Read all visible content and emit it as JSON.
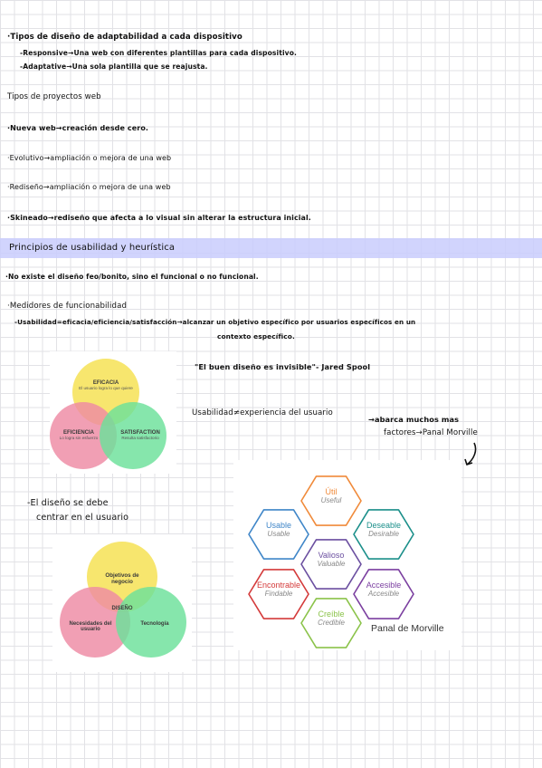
{
  "notes": {
    "line1": "·Tipos de diseño de adaptabilidad a cada dispositivo",
    "line2": "-Responsive→Una web con diferentes plantillas para cada dispositivo.",
    "line3": "-Adaptative→Una sola plantilla que se reajusta.",
    "heading_projects": "Tipos de proyectos web",
    "item_new": "·Nueva web→creación desde cero.",
    "item_evo": "·Evolutivo→ampliación o mejora de una web",
    "item_redesign": "·Rediseño→ampliación o mejora de una web",
    "item_skin": "·Skineado→rediseño que afecta a lo visual sin alterar la estructura inicial.",
    "section_title": "Principios de usabilidad y heurística",
    "no_existe": "·No existe el diseño feo/bonito, sino el funcional o no funcional.",
    "medidores": "·Medidores de funcionabilidad",
    "usabilidad_def": "-Usabilidad=eficacia/eficiencia/satisfacción→alcanzar un objetivo específico por usuarios específicos en un",
    "usabilidad_def2": "contexto específico.",
    "quote": "\"El buen diseño es invisible\"- Jared Spool",
    "ux_line": "Usabilidad≠experiencia del usuario",
    "ux_arrow": "→abarca muchos mas",
    "ux_line2": "factores→Panal Morville",
    "design_note1": "-El diseño se debe",
    "design_note2": "centrar en el usuario"
  },
  "venn1": {
    "top_title": "EFICACIA",
    "top_sub": "El usuario logra lo que quiere",
    "left_title": "EFICIENCIA",
    "left_sub": "Lo logra sin esfuerzo",
    "right_title": "SATISFACTION",
    "right_sub": "Resulta satisfactorio",
    "colors": {
      "top": "#f5e14e",
      "left": "#ee8aa4",
      "right": "#6be19a"
    }
  },
  "venn2": {
    "top_title": "Objetivos de negocio",
    "center": "DISEÑO",
    "left_title": "Necesidades del usuario",
    "right_title": "Tecnología",
    "colors": {
      "top": "#f5e14e",
      "left": "#ee8aa4",
      "right": "#6be19a"
    }
  },
  "honeycomb": {
    "caption": "Panal de Morville",
    "cells": [
      {
        "es": "Útil",
        "en": "Useful",
        "color": "#f08a3a"
      },
      {
        "es": "Usable",
        "en": "Usable",
        "color": "#3f86c8"
      },
      {
        "es": "Deseable",
        "en": "Desirable",
        "color": "#1b8f8a"
      },
      {
        "es": "Valioso",
        "en": "Valuable",
        "color": "#6b4fa0"
      },
      {
        "es": "Encontrable",
        "en": "Findable",
        "color": "#d43a3a"
      },
      {
        "es": "Accesible",
        "en": "Accesible",
        "color": "#7b3fa0"
      },
      {
        "es": "Creíble",
        "en": "Credible",
        "color": "#8bc34a"
      }
    ]
  }
}
